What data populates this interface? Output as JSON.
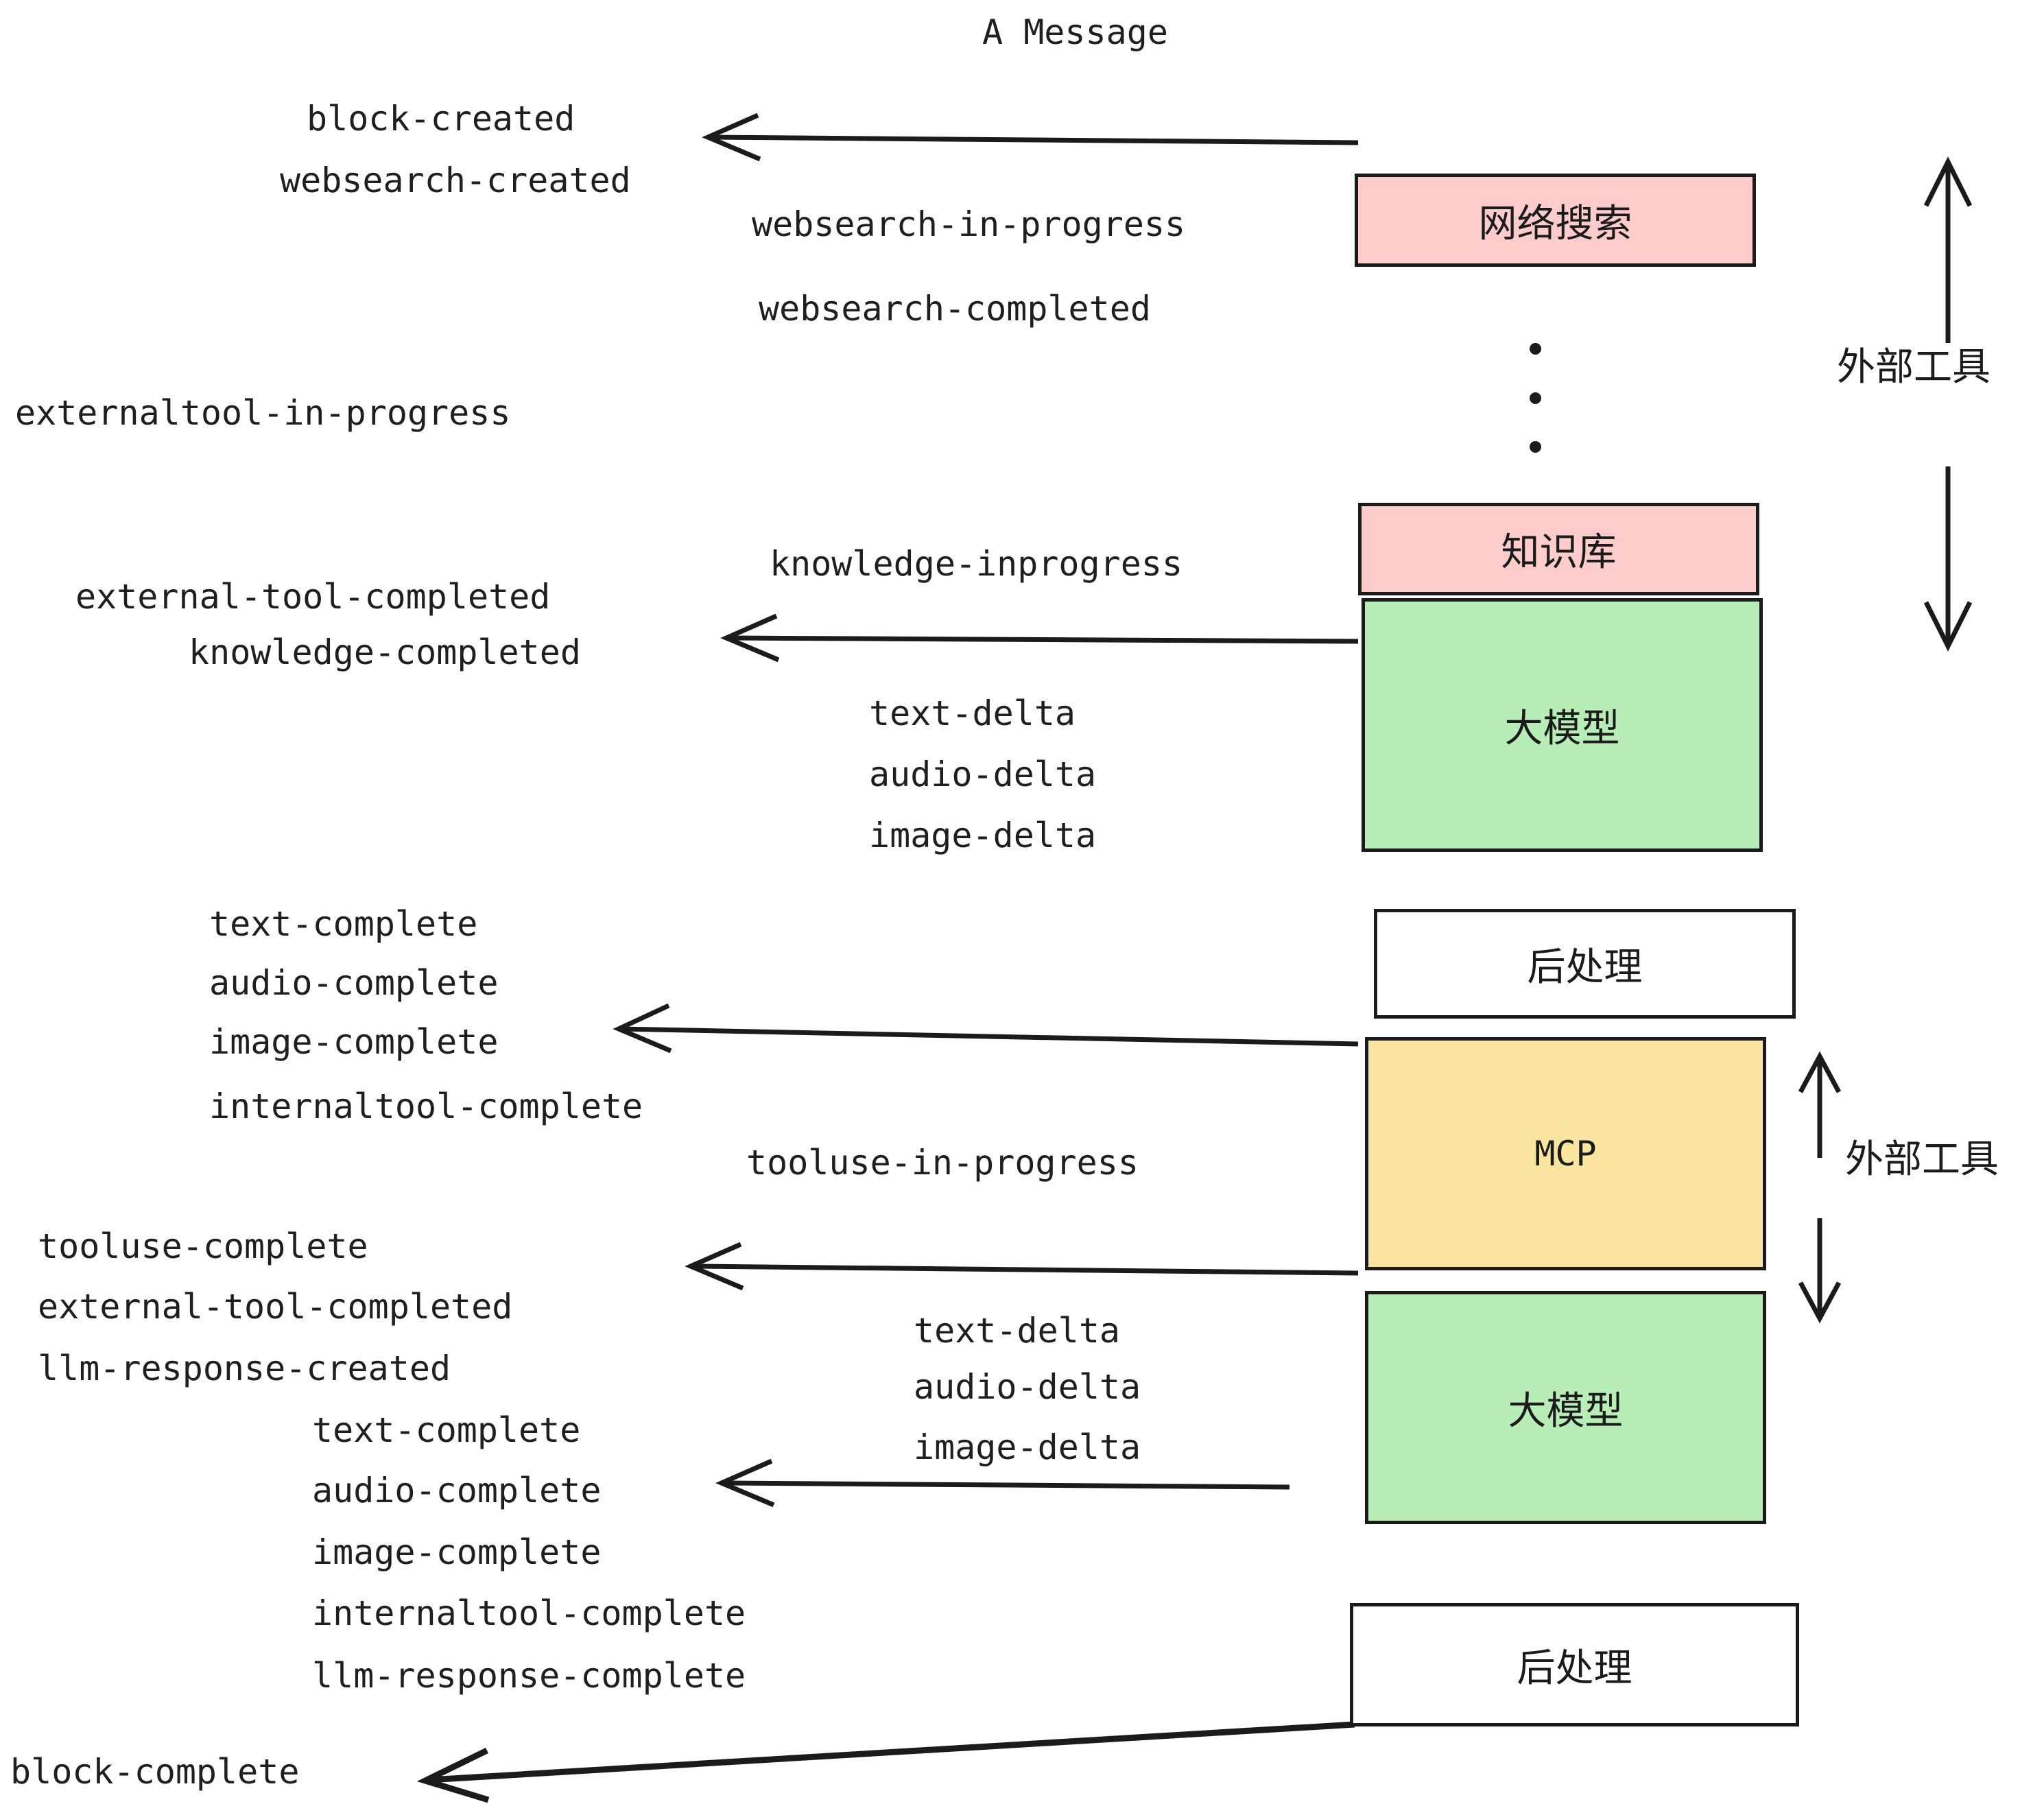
{
  "diagram": {
    "title": "A Message",
    "nodes": [
      {
        "id": "websearch",
        "label": "网络搜索",
        "color": "#ffcccc"
      },
      {
        "id": "knowledge",
        "label": "知识库",
        "color": "#ffcccc"
      },
      {
        "id": "llm1",
        "label": "大模型",
        "color": "#b8edb8"
      },
      {
        "id": "post1",
        "label": "后处理",
        "color": "#ffffff"
      },
      {
        "id": "mcp",
        "label": "MCP",
        "color": "#fae4a0"
      },
      {
        "id": "llm2",
        "label": "大模型",
        "color": "#b8edb8"
      },
      {
        "id": "post2",
        "label": "后处理",
        "color": "#ffffff"
      }
    ],
    "group_labels": [
      {
        "id": "external-tools-top",
        "label": "外部工具"
      },
      {
        "id": "external-tools-bottom",
        "label": "外部工具"
      }
    ],
    "events": [
      {
        "id": "e01",
        "text": "block-created"
      },
      {
        "id": "e02",
        "text": "websearch-created"
      },
      {
        "id": "e03",
        "text": "websearch-in-progress"
      },
      {
        "id": "e04",
        "text": "websearch-completed"
      },
      {
        "id": "e05",
        "text": "externaltool-in-progress"
      },
      {
        "id": "e06",
        "text": "knowledge-inprogress"
      },
      {
        "id": "e07",
        "text": "external-tool-completed"
      },
      {
        "id": "e08",
        "text": "knowledge-completed"
      },
      {
        "id": "e09",
        "text": "text-delta"
      },
      {
        "id": "e10",
        "text": "audio-delta"
      },
      {
        "id": "e11",
        "text": "image-delta"
      },
      {
        "id": "e12",
        "text": "text-complete"
      },
      {
        "id": "e13",
        "text": "audio-complete"
      },
      {
        "id": "e14",
        "text": "image-complete"
      },
      {
        "id": "e15",
        "text": "internaltool-complete"
      },
      {
        "id": "e16",
        "text": "tooluse-in-progress"
      },
      {
        "id": "e17",
        "text": "tooluse-complete"
      },
      {
        "id": "e18",
        "text": "external-tool-completed"
      },
      {
        "id": "e19",
        "text": "llm-response-created"
      },
      {
        "id": "e20",
        "text": "text-delta"
      },
      {
        "id": "e21",
        "text": "audio-delta"
      },
      {
        "id": "e22",
        "text": "image-delta"
      },
      {
        "id": "e23",
        "text": "text-complete"
      },
      {
        "id": "e24",
        "text": "audio-complete"
      },
      {
        "id": "e25",
        "text": "image-complete"
      },
      {
        "id": "e26",
        "text": "internaltool-complete"
      },
      {
        "id": "e27",
        "text": "llm-response-complete"
      },
      {
        "id": "e28",
        "text": "block-complete"
      }
    ],
    "ellipsis": {
      "id": "vertical-ellipsis",
      "dots": 3
    },
    "colors": {
      "stroke": "#1b1b1b",
      "background": "#ffffff",
      "pink": "#ffcccc",
      "green": "#b8edb8",
      "yellow": "#fae4a0",
      "white": "#ffffff"
    }
  }
}
